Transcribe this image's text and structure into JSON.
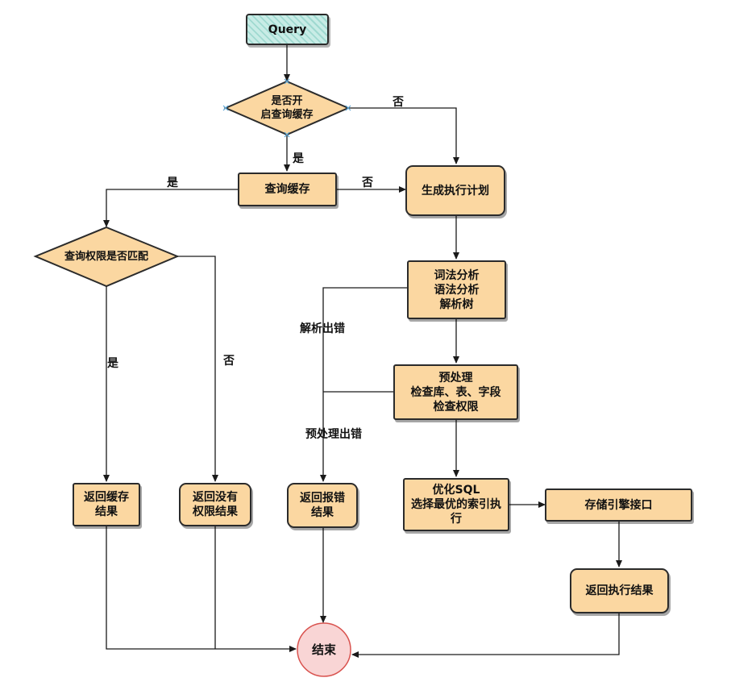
{
  "nodes": {
    "query": "Query",
    "cache_enabled": "是否开\n启查询缓存",
    "query_cache": "查询缓存",
    "gen_plan": "生成执行计划",
    "perm_match": "查询权限是否匹配",
    "parse": "词法分析\n语法分析\n解析树",
    "preprocess": "预处理\n检查库、表、字段\n检查权限",
    "optimize": "优化SQL\n选择最优的索引执\n行",
    "storage": "存储引擎接口",
    "return_exec": "返回执行结果",
    "return_cache": "返回缓存\n结果",
    "return_no_perm": "返回没有\n权限结果",
    "return_error": "返回报错\n结果",
    "end": "结束"
  },
  "labels": {
    "no_cache_enabled": "否",
    "yes_cache_enabled": "是",
    "yes_cache_hit": "是",
    "no_cache_hit": "否",
    "yes_perm": "是",
    "no_perm": "否",
    "parse_error": "解析出错",
    "preprocess_error": "预处理出错"
  },
  "colors": {
    "box_fill": "#fbd7a1",
    "query_fill": "#c8ece6",
    "end_fill": "#f9d5d5",
    "end_border": "#d9534f",
    "line": "#1a1a1a"
  }
}
